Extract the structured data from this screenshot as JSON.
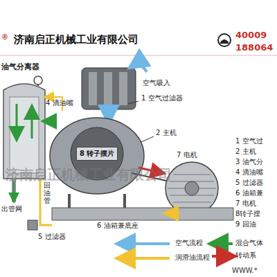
{
  "diagram": {
    "title": "济南启正机械工业有限公司",
    "nodes": [
      {
        "text": [
          "8 转子摆片"
        ]
      }
    ],
    "labels": [
      "®",
      "40009",
      "188064",
      "油气分离器",
      "4 滴油嘴",
      "空气吸入",
      "1 空气过滤器",
      "2 主机",
      "7 电机",
      "出管网",
      "回油管",
      "6 油箱兼底座",
      "5 过滤器",
      "济南启正机械工业有限公司",
      "1 空气过",
      "2 主机",
      "3 油气分",
      "4 滴油嘴",
      "5 过滤器",
      "6 油箱兼",
      "7 电机",
      "8转子摆",
      "9 回油",
      "WWW.*"
    ],
    "legend": [
      {
        "text": "空气流程"
      },
      {
        "text": "润滑油流程"
      },
      {
        "text": "混合气体"
      },
      {
        "text": "转动系"
      }
    ]
  }
}
